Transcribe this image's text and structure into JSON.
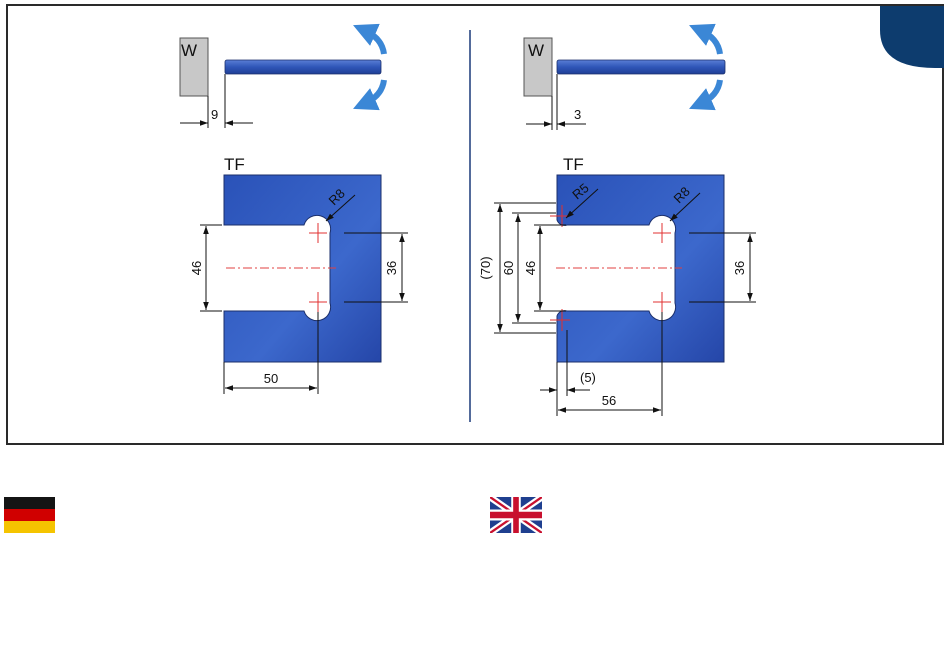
{
  "colors": {
    "plate_blue": "#2a52b8",
    "arrow_blue": "#3b87d6",
    "corner_tab": "#0d3c6e",
    "wall_grey": "#c8c8c8",
    "centerline_red": "#e04040"
  },
  "left_view": {
    "wall_label": "W",
    "gap_dim": "9",
    "plate_label": "TF",
    "radius_label": "R8",
    "opening_dim": "46",
    "hole_spacing_dim": "36",
    "depth_dim": "50"
  },
  "right_view": {
    "wall_label": "W",
    "gap_dim": "3",
    "plate_label": "TF",
    "radius_small_label": "R5",
    "radius_label": "R8",
    "outer_dim": "(70)",
    "inner_dim": "60",
    "opening_dim": "46",
    "hole_spacing_dim": "36",
    "offset_dim": "(5)",
    "depth_dim": "56"
  },
  "flags": [
    {
      "name": "german-flag-icon",
      "language": "de"
    },
    {
      "name": "uk-flag-icon",
      "language": "en"
    }
  ]
}
